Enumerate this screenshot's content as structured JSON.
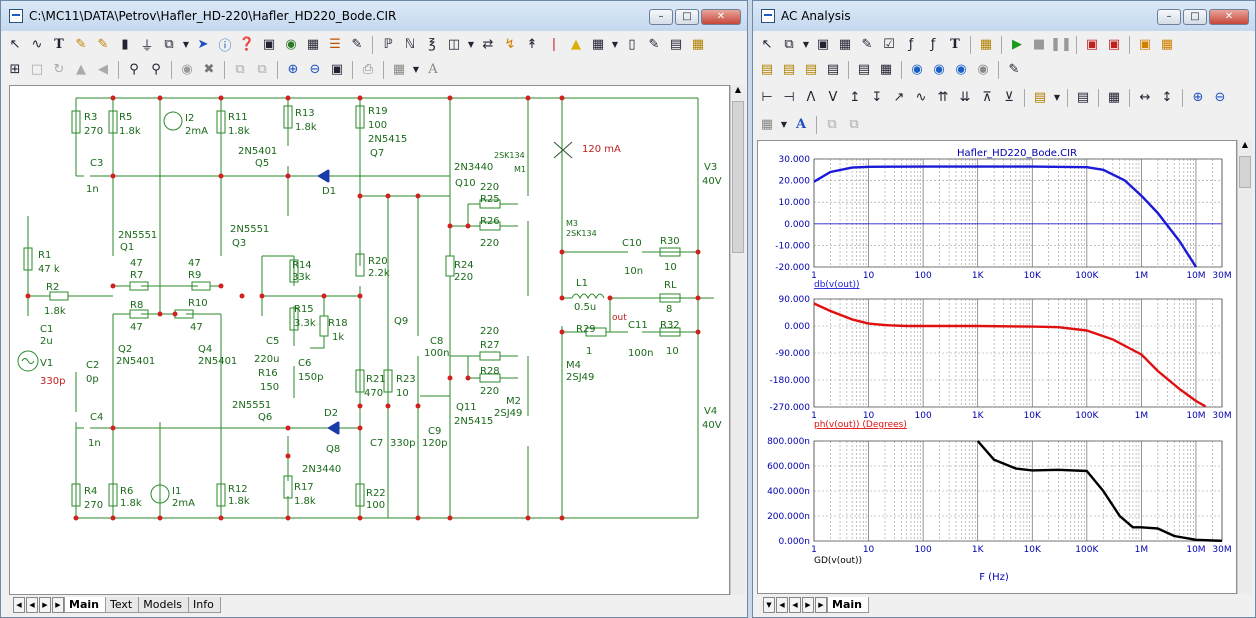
{
  "schematic_window": {
    "title": "C:\\MC11\\DATA\\Petrov\\Hafler_HD-220\\Hafler_HD220_Bode.CIR",
    "tabs": [
      "Main",
      "Text",
      "Models",
      "Info"
    ],
    "components": [
      {
        "ref": "R3",
        "value": "270"
      },
      {
        "ref": "R5",
        "value": "1.8k"
      },
      {
        "ref": "I2",
        "value": "2mA"
      },
      {
        "ref": "R11",
        "value": "1.8k"
      },
      {
        "ref": "R13",
        "value": "1.8k"
      },
      {
        "ref": "R19",
        "value": "100"
      },
      {
        "ref": "Q7",
        "value": "2N5415"
      },
      {
        "ref": "Q5",
        "value": "2N5401"
      },
      {
        "ref": "D1",
        "value": ""
      },
      {
        "ref": "C3",
        "value": "1n"
      },
      {
        "ref": "Q10",
        "value": "2N3440"
      },
      {
        "ref": "M1",
        "value": "2SK134"
      },
      {
        "ref": "R25",
        "value": "220"
      },
      {
        "ref": "R26",
        "value": "220"
      },
      {
        "ref": "M3",
        "value": "2SK134"
      },
      {
        "ref": "V3",
        "value": "40V"
      },
      {
        "ref": "R1",
        "value": "47 k"
      },
      {
        "ref": "Q1",
        "value": "2N5551"
      },
      {
        "ref": "Q3",
        "value": "2N5551"
      },
      {
        "ref": "R7",
        "value": "47"
      },
      {
        "ref": "R9",
        "value": "47"
      },
      {
        "ref": "R14",
        "value": "33k"
      },
      {
        "ref": "R20",
        "value": "2.2k"
      },
      {
        "ref": "R24",
        "value": "220"
      },
      {
        "ref": "C10",
        "value": "10n"
      },
      {
        "ref": "R30",
        "value": "10"
      },
      {
        "ref": "R2",
        "value": "1.8k"
      },
      {
        "ref": "L1",
        "value": "0.5u"
      },
      {
        "ref": "RL",
        "value": "8"
      },
      {
        "ref": "R8",
        "value": "47"
      },
      {
        "ref": "R10",
        "value": "47"
      },
      {
        "ref": "R15",
        "value": "3.3k"
      },
      {
        "ref": "R18",
        "value": "1k"
      },
      {
        "ref": "Q9",
        "value": ""
      },
      {
        "ref": "C1",
        "value": "2u"
      },
      {
        "ref": "Q2",
        "value": "2N5401"
      },
      {
        "ref": "Q4",
        "value": "2N5401"
      },
      {
        "ref": "C5",
        "value": "220u"
      },
      {
        "ref": "C8",
        "value": "100n"
      },
      {
        "ref": "R29",
        "value": "1"
      },
      {
        "ref": "C11",
        "value": "100n"
      },
      {
        "ref": "R32",
        "value": "10"
      },
      {
        "ref": "R27",
        "value": "220"
      },
      {
        "ref": "M4",
        "value": "2SJ49"
      },
      {
        "ref": "V1",
        "value": "330p"
      },
      {
        "ref": "C2",
        "value": "0p"
      },
      {
        "ref": "C6",
        "value": "150p"
      },
      {
        "ref": "R16",
        "value": "150"
      },
      {
        "ref": "R21",
        "value": "470"
      },
      {
        "ref": "R23",
        "value": "10"
      },
      {
        "ref": "R28",
        "value": "220"
      },
      {
        "ref": "M2",
        "value": "2SJ49"
      },
      {
        "ref": "Q6",
        "value": "2N5551"
      },
      {
        "ref": "D2",
        "value": ""
      },
      {
        "ref": "Q11",
        "value": "2N5415"
      },
      {
        "ref": "V4",
        "value": "40V"
      },
      {
        "ref": "C4",
        "value": "1n"
      },
      {
        "ref": "C7",
        "value": "330p"
      },
      {
        "ref": "C9",
        "value": "120p"
      },
      {
        "ref": "Q8",
        "value": "2N3440"
      },
      {
        "ref": "R4",
        "value": "270"
      },
      {
        "ref": "R6",
        "value": "1.8k"
      },
      {
        "ref": "I1",
        "value": "2mA"
      },
      {
        "ref": "R12",
        "value": "1.8k"
      },
      {
        "ref": "R17",
        "value": "1.8k"
      },
      {
        "ref": "R22",
        "value": "100"
      }
    ],
    "annotations": {
      "current_marker": "120 mA",
      "out_node": "out"
    }
  },
  "ac_window": {
    "title": "AC Analysis",
    "tabs": [
      "Main"
    ],
    "chart_title": "Hafler_HD220_Bode.CIR",
    "x_axis_label": "F (Hz)",
    "colors": {
      "db": "#1a1ad8",
      "phase": "#e01010",
      "gd": "#000000",
      "axis_text": "#0000b0",
      "canvas_bg": "#ffffff"
    },
    "chart_data": [
      {
        "type": "line",
        "title": "Hafler_HD220_Bode.CIR",
        "xlabel": "",
        "ylabel": "db(v(out))",
        "x_scale": "log",
        "xlim": [
          1,
          30000000
        ],
        "ylim": [
          -20,
          30
        ],
        "x_ticks": [
          "1",
          "10",
          "100",
          "1K",
          "10K",
          "100K",
          "1M",
          "10M",
          "30M"
        ],
        "y_ticks": [
          "30.000",
          "20.000",
          "10.000",
          "0.000",
          "-10.000",
          "-20.000"
        ],
        "series": [
          {
            "name": "db(v(out))",
            "color": "#1a1ad8",
            "x": [
              1,
              2,
              5,
              10,
              100,
              1000,
              10000,
              100000,
              200000,
              500000,
              1000000,
              2000000,
              5000000,
              10000000
            ],
            "y": [
              19.5,
              24,
              26,
              26.4,
              26.5,
              26.5,
              26.5,
              26.2,
              25,
              20,
              13,
              5,
              -8,
              -20
            ]
          }
        ]
      },
      {
        "type": "line",
        "xlabel": "",
        "ylabel": "ph(v(out)) (Degrees)",
        "x_scale": "log",
        "xlim": [
          1,
          30000000
        ],
        "ylim": [
          -270,
          90
        ],
        "x_ticks": [
          "1",
          "10",
          "100",
          "1K",
          "10K",
          "100K",
          "1M",
          "10M",
          "30M"
        ],
        "y_ticks": [
          "90.000",
          "0.000",
          "-90.000",
          "-180.000",
          "-270.000"
        ],
        "series": [
          {
            "name": "ph(v(out)) (Degrees)",
            "color": "#e01010",
            "x": [
              1,
              2,
              5,
              10,
              20,
              50,
              100,
              1000,
              10000,
              30000,
              100000,
              300000,
              1000000,
              2000000,
              5000000,
              10000000,
              15000000
            ],
            "y": [
              75,
              50,
              22,
              8,
              3,
              0,
              0,
              0,
              -2,
              -4,
              -15,
              -45,
              -95,
              -150,
              -210,
              -250,
              -268
            ]
          }
        ]
      },
      {
        "type": "line",
        "xlabel": "F (Hz)",
        "ylabel": "GD(v(out))",
        "x_scale": "log",
        "xlim": [
          1,
          30000000
        ],
        "ylim": [
          0,
          800
        ],
        "x_ticks": [
          "1",
          "10",
          "100",
          "1K",
          "10K",
          "100K",
          "1M",
          "10M",
          "30M"
        ],
        "y_ticks": [
          "800.000n",
          "600.000n",
          "400.000n",
          "200.000n",
          "0.000n"
        ],
        "series": [
          {
            "name": "GD(v(out))",
            "color": "#000000",
            "x": [
              1000,
              2000,
              5000,
              10000,
              30000,
              100000,
              200000,
              400000,
              700000,
              1000000,
              2000000,
              4000000,
              10000000,
              20000000,
              30000000
            ],
            "y": [
              800,
              650,
              580,
              565,
              570,
              560,
              400,
              200,
              110,
              110,
              100,
              40,
              10,
              4,
              2
            ]
          }
        ]
      }
    ]
  }
}
